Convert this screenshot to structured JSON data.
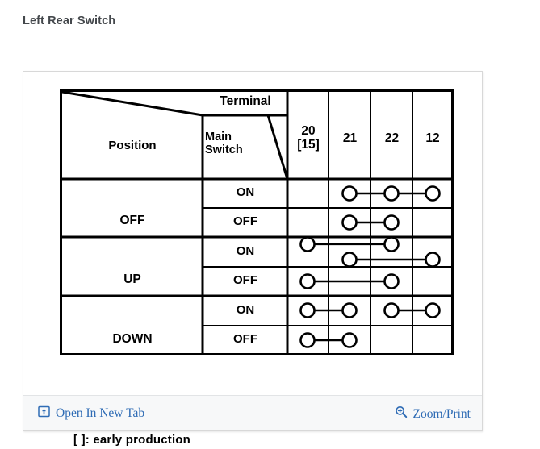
{
  "page": {
    "title": "Left Rear Switch"
  },
  "figure": {
    "note": "[ ]: early production",
    "corner_header_top": "Terminal",
    "corner_header_bottom": "Position",
    "corner_header_mid": "Main\nSwitch",
    "terminal_columns": [
      "20\n[15]",
      "21",
      "22",
      "12"
    ],
    "terminal_column_labels": [
      "20 [15]",
      "21",
      "22",
      "12"
    ],
    "positions": [
      "OFF",
      "UP",
      "DOWN"
    ],
    "main_switch_states": [
      "ON",
      "OFF"
    ],
    "rows": [
      {
        "position": "OFF",
        "main_switch": "ON",
        "connections": [
          [
            "21",
            "22"
          ],
          [
            "22",
            "12"
          ]
        ]
      },
      {
        "position": "OFF",
        "main_switch": "OFF",
        "connections": [
          [
            "21",
            "22"
          ]
        ]
      },
      {
        "position": "UP",
        "main_switch": "ON",
        "connections": [
          [
            "20",
            "22"
          ],
          [
            "21",
            "12"
          ]
        ]
      },
      {
        "position": "UP",
        "main_switch": "OFF",
        "connections": [
          [
            "20",
            "22"
          ]
        ]
      },
      {
        "position": "DOWN",
        "main_switch": "ON",
        "connections": [
          [
            "20",
            "21"
          ],
          [
            "22",
            "12"
          ]
        ]
      },
      {
        "position": "DOWN",
        "main_switch": "OFF",
        "connections": [
          [
            "20",
            "21"
          ]
        ]
      }
    ]
  },
  "footer": {
    "open_in_new_tab": "Open In New Tab",
    "zoom_print": "Zoom/Print",
    "link_color": "#2f6cb5"
  },
  "chart_data": {
    "type": "table",
    "title": "Left Rear Switch",
    "columns": [
      "Position",
      "Main Switch",
      "20 [15]",
      "21",
      "22",
      "12"
    ],
    "rows": [
      [
        "OFF",
        "ON",
        "",
        "○",
        "○",
        "○"
      ],
      [
        "OFF",
        "OFF",
        "",
        "○",
        "○",
        ""
      ],
      [
        "UP",
        "ON",
        "○",
        "○",
        "○",
        "○"
      ],
      [
        "UP",
        "OFF",
        "○",
        "",
        "○",
        ""
      ],
      [
        "DOWN",
        "ON",
        "○",
        "○",
        "○",
        "○"
      ],
      [
        "DOWN",
        "OFF",
        "○",
        "○",
        "",
        ""
      ]
    ],
    "continuity": [
      {
        "position": "OFF",
        "main_switch": "ON",
        "linked_terminals": [
          "21-22",
          "22-12"
        ]
      },
      {
        "position": "OFF",
        "main_switch": "OFF",
        "linked_terminals": [
          "21-22"
        ]
      },
      {
        "position": "UP",
        "main_switch": "ON",
        "linked_terminals": [
          "20-22",
          "21-12"
        ]
      },
      {
        "position": "UP",
        "main_switch": "OFF",
        "linked_terminals": [
          "20-22"
        ]
      },
      {
        "position": "DOWN",
        "main_switch": "ON",
        "linked_terminals": [
          "20-21",
          "22-12"
        ]
      },
      {
        "position": "DOWN",
        "main_switch": "OFF",
        "linked_terminals": [
          "20-21"
        ]
      }
    ],
    "annotation": "[ ]: early production",
    "legend": "",
    "xlabel": "Terminal",
    "ylabel": "Position"
  }
}
